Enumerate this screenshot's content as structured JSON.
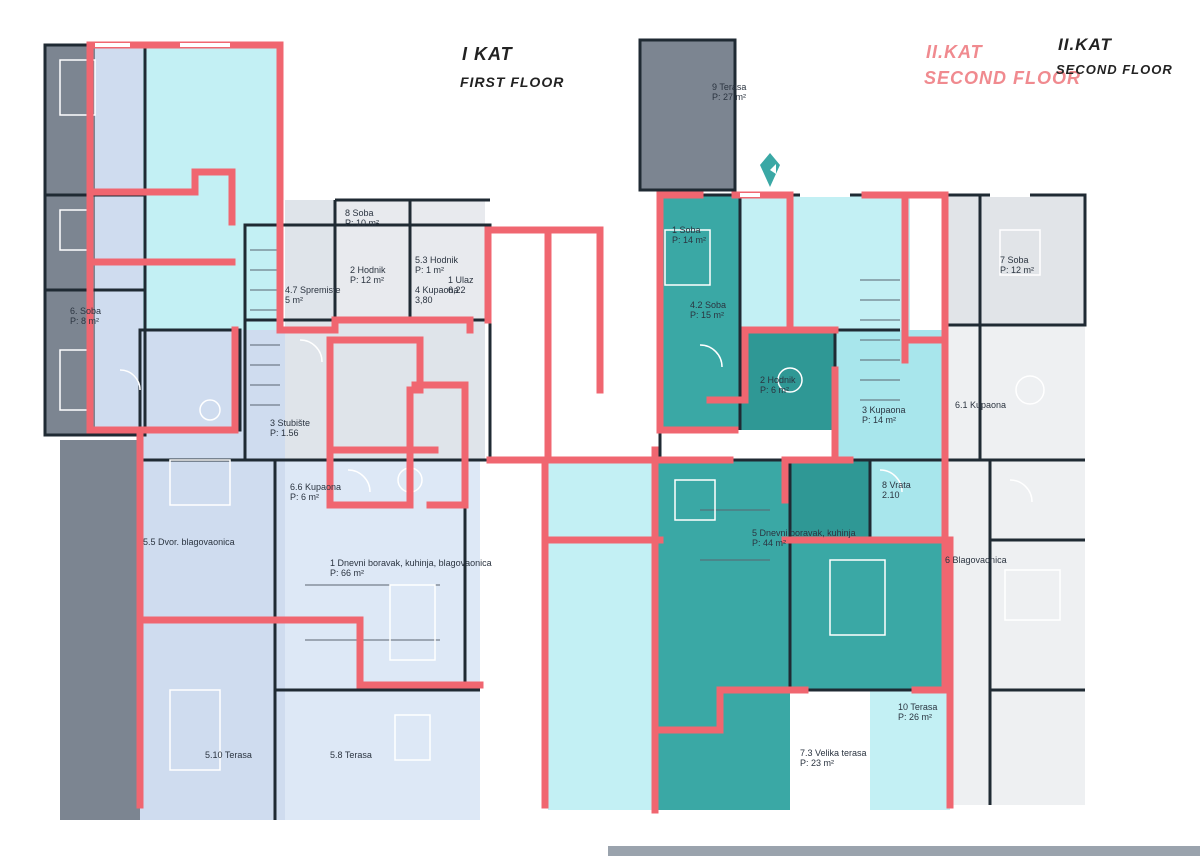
{
  "titles": {
    "left_line1": "I KAT",
    "left_line2": "FIRST FLOOR",
    "right_hr_line1": "II.KAT",
    "right_en_line1": "II.KAT",
    "right_hr_line2": "SECOND FLOOR",
    "right_en_line2": "SECOND FLOOR"
  },
  "colors": {
    "wall_red": "#f06670",
    "wall_dark": "#1f2a33",
    "zone_blue": "#cfdcef",
    "zone_grey": "#7c8591",
    "zone_teal": "#3aa8a5",
    "zone_cyan": "#c3f0f4",
    "zone_light": "#dfe4ea"
  },
  "left_rooms": [
    {
      "num": "6.",
      "name": "Soba",
      "area": "P: 8 m²"
    },
    {
      "num": "8",
      "name": "Soba",
      "area": "P: 10 m²"
    },
    {
      "num": "2",
      "name": "Hodnik",
      "area": "P: 12 m²"
    },
    {
      "num": "5.3",
      "name": "Hodnik",
      "area": "P: 1 m²"
    },
    {
      "num": "4",
      "name": "Kupaona",
      "area": "3,80"
    },
    {
      "num": "1",
      "name": "Ulaz",
      "area": "6,22"
    },
    {
      "num": "4.7",
      "name": "Spremiste",
      "area": "5 m²"
    },
    {
      "num": "6.6",
      "name": "Kupaona",
      "area": "P: 6 m²"
    },
    {
      "num": "5.5",
      "name": "Dvor. blagovaonica",
      "area": ""
    },
    {
      "num": "1",
      "name": "Dnevni boravak, kuhinja, blagovaonica",
      "area": "P: 66 m²"
    },
    {
      "num": "3",
      "name": "Stubište",
      "area": "P: 1.56"
    },
    {
      "num": "5.8",
      "name": "Terasa",
      "area": ""
    },
    {
      "num": "5.10",
      "name": "Terasa",
      "area": ""
    }
  ],
  "right_rooms": [
    {
      "num": "9",
      "name": "Terasa",
      "area": "P: 27 m²"
    },
    {
      "num": "1",
      "name": "Soba",
      "area": "P: 14 m²"
    },
    {
      "num": "4.2",
      "name": "Soba",
      "area": "P: 15 m²"
    },
    {
      "num": "2",
      "name": "Hodnik",
      "area": "P: 6 m²"
    },
    {
      "num": "3",
      "name": "Kupaona",
      "area": "P: 14 m²"
    },
    {
      "num": "6.1",
      "name": "Kupaona",
      "area": ""
    },
    {
      "num": "7",
      "name": "Soba",
      "area": "P: 12 m²"
    },
    {
      "num": "5",
      "name": "Dnevni boravak, kuhinja",
      "area": "P: 44 m²"
    },
    {
      "num": "6",
      "name": "Blagovaonica",
      "area": ""
    },
    {
      "num": "8",
      "name": "Vrata",
      "area": "2.10"
    },
    {
      "num": "10",
      "name": "Terasa",
      "area": "P: 26 m²"
    },
    {
      "num": "7.3",
      "name": "Velika terasa",
      "area": "P: 23 m²"
    }
  ]
}
